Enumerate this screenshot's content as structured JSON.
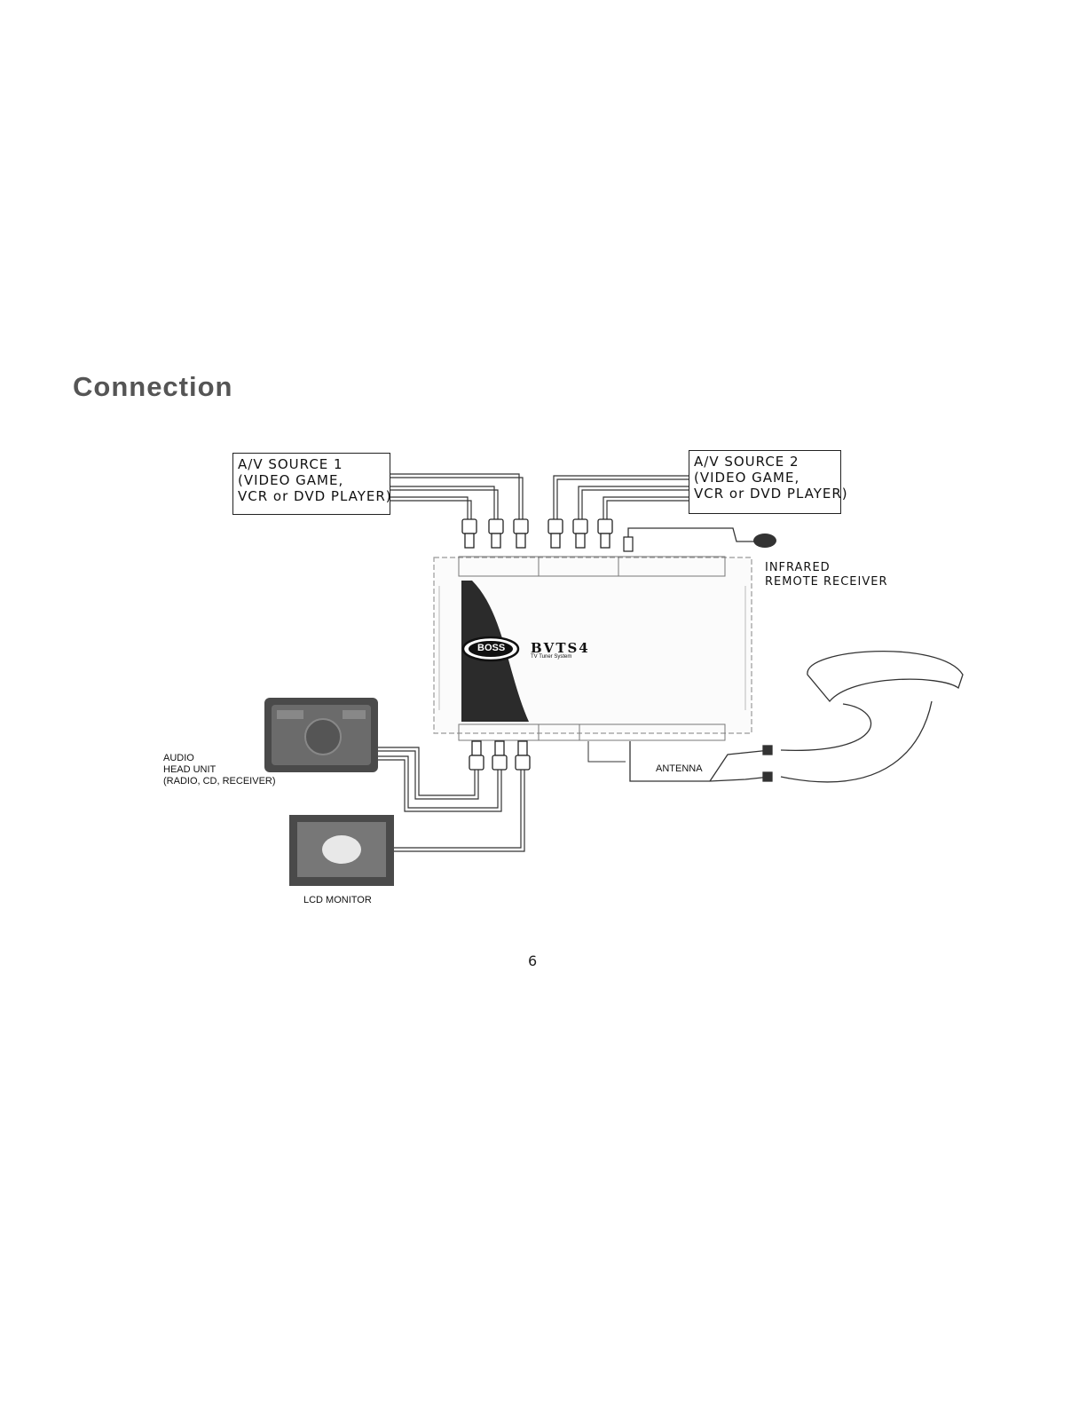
{
  "page": {
    "heading": "Connection",
    "page_number": "6"
  },
  "source1": {
    "lines": [
      "A/V SOURCE 1",
      "(VIDEO GAME,",
      "VCR or DVD PLAYER)"
    ]
  },
  "source2": {
    "lines": [
      "A/V SOURCE 2",
      "(VIDEO GAME,",
      "VCR or DVD PLAYER)"
    ]
  },
  "infrared": {
    "lines": [
      "INFRARED",
      "REMOTE RECEIVER"
    ]
  },
  "audio_head_unit": {
    "lines": [
      "AUDIO",
      "HEAD UNIT",
      "(RADIO, CD, RECEIVER)"
    ]
  },
  "lcd_monitor": {
    "label": "LCD MONITOR"
  },
  "antenna": {
    "label": "ANTENNA"
  },
  "device": {
    "brand": "BOSS",
    "model": "BVTS4",
    "subtitle": "TV Tuner System"
  },
  "colors": {
    "ink": "#222222",
    "device_panel": "#2b2b2b",
    "heading": "#555555"
  }
}
